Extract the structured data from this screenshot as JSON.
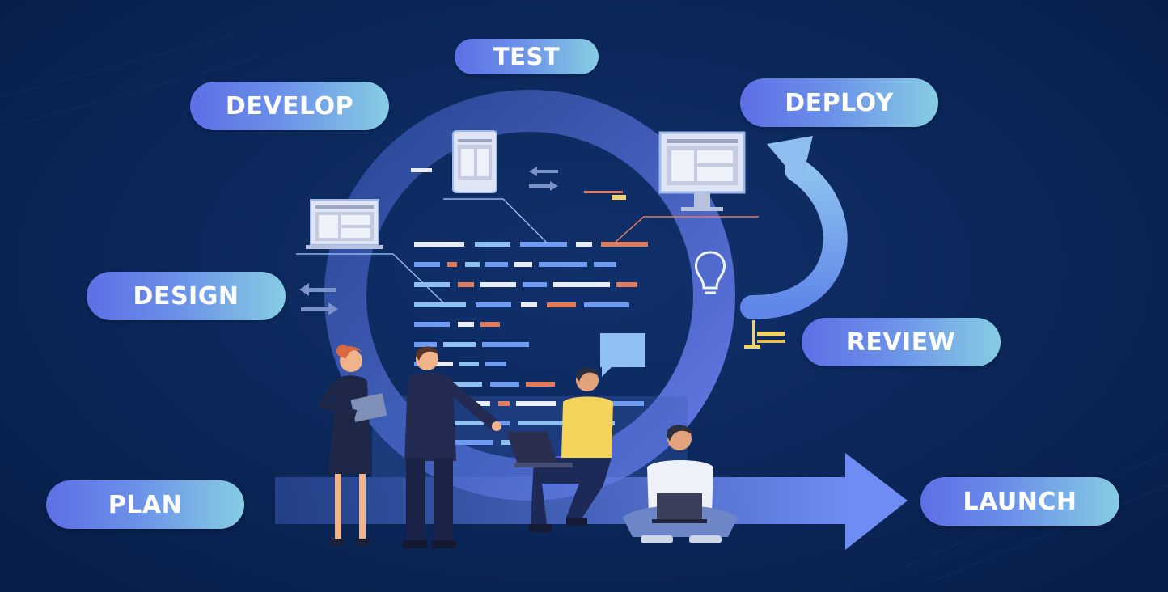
{
  "stages": {
    "test": "TEST",
    "develop": "DEVELOP",
    "deploy": "DEPLOY",
    "design": "DESIGN",
    "review": "REVIEW",
    "plan": "PLAN",
    "launch": "LAUNCH"
  },
  "colors": {
    "background": "#0b2658",
    "cycle_ring": "#5b73e0",
    "arrow": "#6a86f0",
    "code_white": "#e8ecf6",
    "code_blue": "#6f9bf2",
    "code_orange": "#e07b5b",
    "accent_yellow": "#f2d26a"
  },
  "icons": [
    "laptop-icon",
    "tablet-icon",
    "monitor-icon",
    "lightbulb-icon",
    "swap-arrows-icon",
    "chat-bubble-icon"
  ]
}
